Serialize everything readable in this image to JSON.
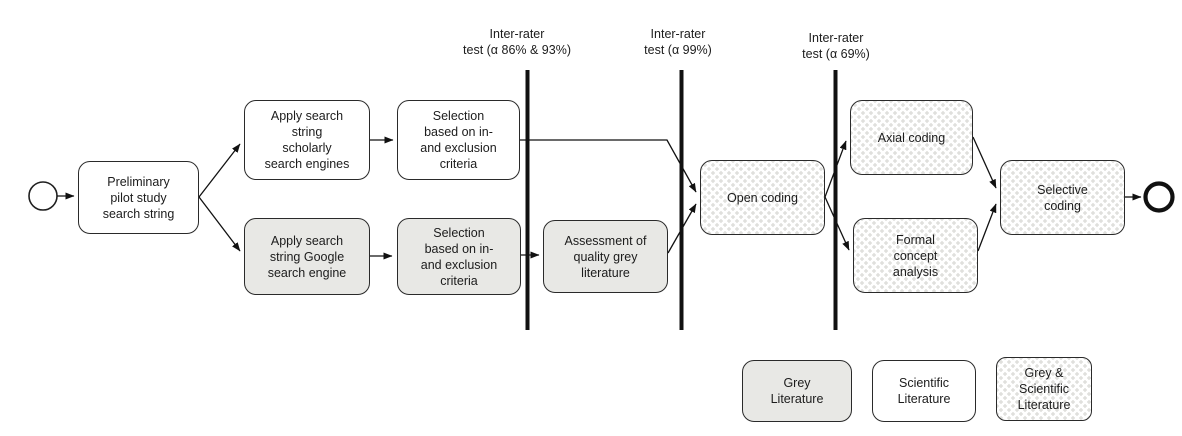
{
  "nodes": {
    "preliminary": {
      "label": "Preliminary\npilot study\nsearch string",
      "style": "scientific"
    },
    "apply_scholarly": {
      "label": "Apply search\nstring\nscholarly\nsearch engines",
      "style": "scientific"
    },
    "selection_scientific": {
      "label": "Selection\nbased on in-\nand exclusion\ncriteria",
      "style": "scientific"
    },
    "apply_google": {
      "label": "Apply search\nstring Google\nsearch engine",
      "style": "grey"
    },
    "selection_grey": {
      "label": "Selection\nbased on in-\nand exclusion\ncriteria",
      "style": "grey"
    },
    "assessment_grey": {
      "label": "Assessment of\nquality grey\nliterature",
      "style": "grey"
    },
    "open_coding": {
      "label": "Open coding",
      "style": "grey-scientific"
    },
    "axial_coding": {
      "label": "Axial coding",
      "style": "grey-scientific"
    },
    "formal_concept": {
      "label": "Formal\nconcept\nanalysis",
      "style": "grey-scientific"
    },
    "selective_coding": {
      "label": "Selective\ncoding",
      "style": "grey-scientific"
    }
  },
  "gates": [
    {
      "label": "Inter-rater\ntest (α 86% & 93%)"
    },
    {
      "label": "Inter-rater\ntest (α 99%)"
    },
    {
      "label": "Inter-rater\ntest (α 69%)"
    }
  ],
  "legend": [
    {
      "label": "Grey\nLiterature",
      "style": "grey"
    },
    {
      "label": "Scientific\nLiterature",
      "style": "scientific"
    },
    {
      "label": "Grey &\nScientific\nLiterature",
      "style": "grey-scientific"
    }
  ],
  "colors": {
    "grey_fill": "#e8e8e5",
    "scientific_fill": "#ffffff",
    "check_diamond": "#e0e0dd",
    "stroke": "#1f1f1f"
  }
}
